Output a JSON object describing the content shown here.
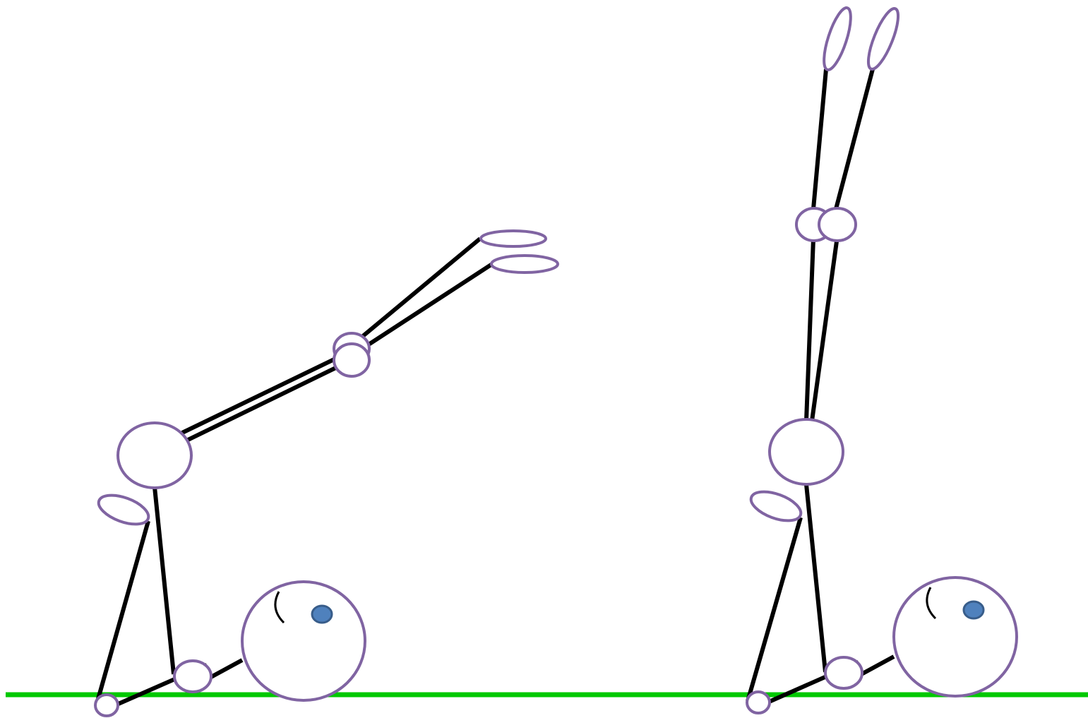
{
  "colors": {
    "background": "#ffffff",
    "ground": "#00c800",
    "limb": "#000000",
    "joint_outline": "#8064a2",
    "eye_fill": "#4f81bd",
    "eye_outline": "#385d8a"
  },
  "figures": [
    {
      "id": "figure-left",
      "pose": "legs-angled"
    },
    {
      "id": "figure-right",
      "pose": "legs-vertical"
    }
  ]
}
